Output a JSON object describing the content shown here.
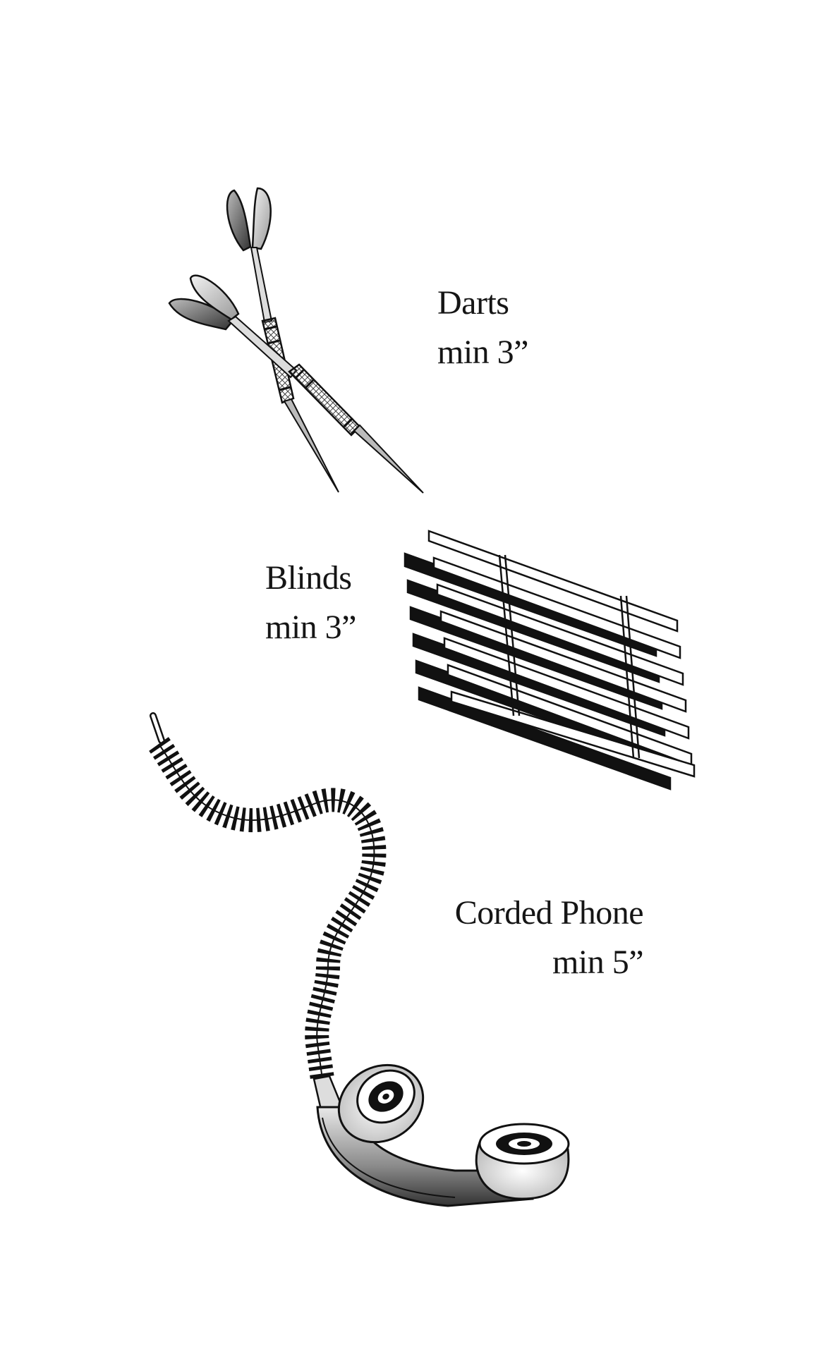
{
  "items": [
    {
      "name": "Darts",
      "size": "min 3”",
      "icon": "darts-icon"
    },
    {
      "name": "Blinds",
      "size": "min 3”",
      "icon": "blinds-icon"
    },
    {
      "name": "Corded Phone",
      "size": "min 5”",
      "icon": "phone-handset-icon"
    }
  ],
  "colors": {
    "ink": "#111111",
    "paper": "#ffffff",
    "shade": "#777777"
  }
}
